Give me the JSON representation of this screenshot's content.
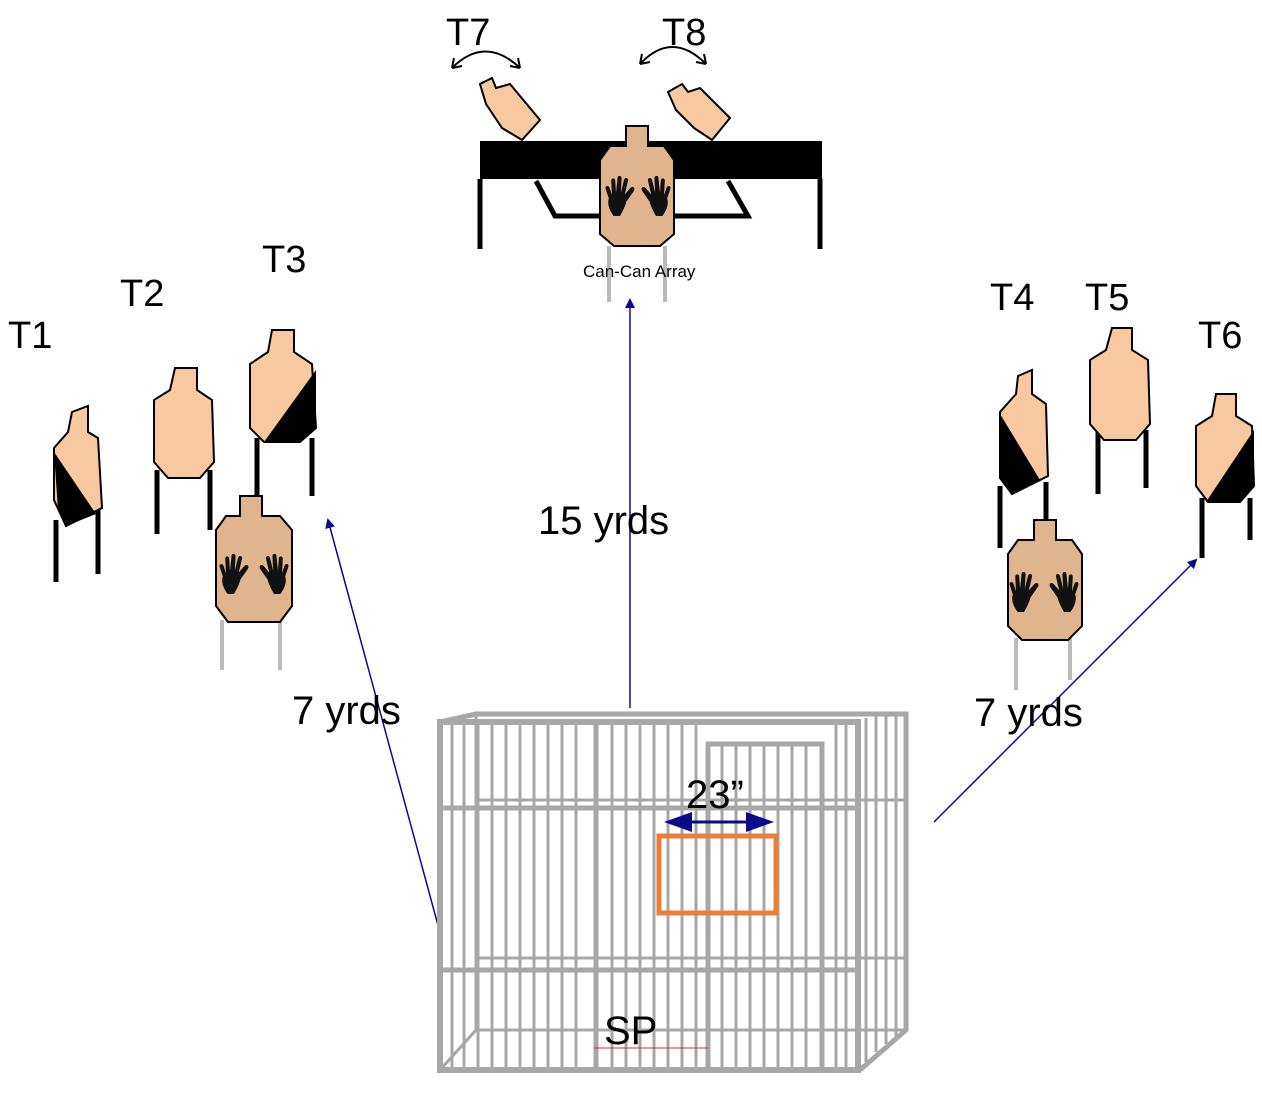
{
  "targets": {
    "t1": "T1",
    "t2": "T2",
    "t3": "T3",
    "t4": "T4",
    "t5": "T5",
    "t6": "T6",
    "t7": "T7",
    "t8": "T8"
  },
  "labels": {
    "can_can_array": "Can-Can Array",
    "distance_center": "15 yrds",
    "distance_left": "7 yrds",
    "distance_right": "7 yrds",
    "window_width": "23”",
    "start_position": "SP"
  },
  "colors": {
    "target_fill": "#f8c9a0",
    "noshoot_fill": "#e0b48c",
    "hands": "#111111",
    "arrow": "#0a0a8a",
    "cage": "#a7a7a7",
    "window": "#ec7e35",
    "sp_underline": "#d03030"
  }
}
